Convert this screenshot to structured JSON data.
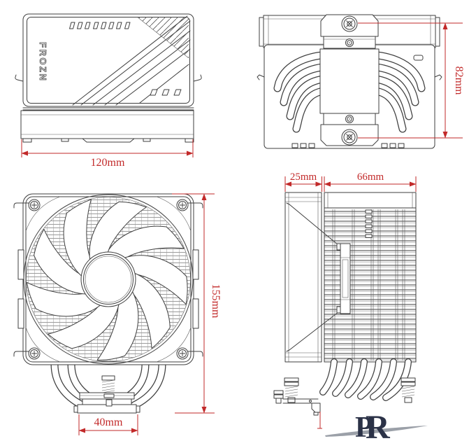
{
  "drawing": {
    "brand": {
      "fan_logo": "FROZN",
      "watermark_p": "P",
      "watermark_r": "R"
    },
    "dimensions": {
      "top_view_width": "120mm",
      "rear_view_depth": "82mm",
      "side_fan_thickness": "25mm",
      "side_fin_depth": "66mm",
      "front_height": "155mm",
      "base_width": "40mm"
    },
    "colors": {
      "line": "#3f3f3f",
      "dimension": "#c22a2a",
      "background": "#ffffff",
      "logo": "#2b3247"
    }
  }
}
